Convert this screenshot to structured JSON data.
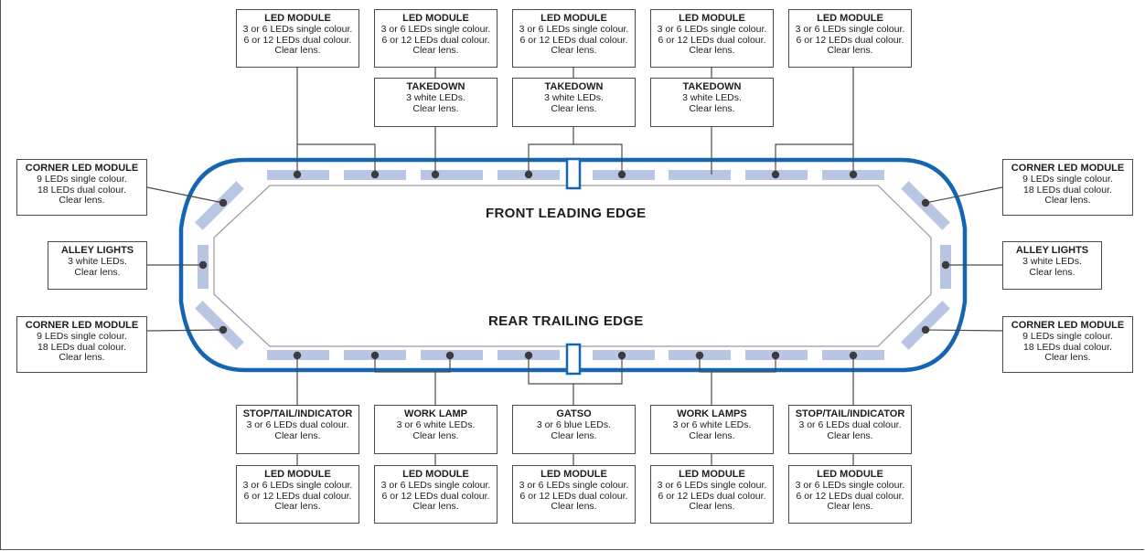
{
  "colors": {
    "outline": "#1565b0",
    "segment": "#b8c6e3",
    "inner_outline": "#9a9a9a",
    "connector": "#4a4a4a",
    "dot": "#3c3c3c"
  },
  "labels": {
    "front": "FRONT LEADING EDGE",
    "rear": "REAR TRAILING EDGE"
  },
  "top_modules": [
    {
      "title": "LED MODULE",
      "lines": [
        "3 or 6 LEDs single colour.",
        "6 or 12 LEDs dual colour.",
        "Clear lens."
      ]
    },
    {
      "title": "LED MODULE",
      "lines": [
        "3 or 6 LEDs single colour.",
        "6 or 12 LEDs dual colour.",
        "Clear lens."
      ]
    },
    {
      "title": "LED MODULE",
      "lines": [
        "3 or 6 LEDs single colour.",
        "6 or 12 LEDs dual colour.",
        "Clear lens."
      ]
    },
    {
      "title": "LED MODULE",
      "lines": [
        "3 or 6 LEDs single colour.",
        "6 or 12 LEDs dual colour.",
        "Clear lens."
      ]
    },
    {
      "title": "LED MODULE",
      "lines": [
        "3 or 6 LEDs single colour.",
        "6 or 12 LEDs dual colour.",
        "Clear lens."
      ]
    }
  ],
  "takedowns": [
    {
      "title": "TAKEDOWN",
      "lines": [
        "3 white LEDs.",
        "Clear lens."
      ]
    },
    {
      "title": "TAKEDOWN",
      "lines": [
        "3 white LEDs.",
        "Clear lens."
      ]
    },
    {
      "title": "TAKEDOWN",
      "lines": [
        "3 white LEDs.",
        "Clear lens."
      ]
    }
  ],
  "side_modules": {
    "left_corner_front": {
      "title": "CORNER LED MODULE",
      "lines": [
        "9 LEDs single colour.",
        "18 LEDs dual colour.",
        "Clear lens."
      ]
    },
    "left_alley": {
      "title": "ALLEY LIGHTS",
      "lines": [
        "3 white LEDs.",
        "Clear lens."
      ]
    },
    "left_corner_rear": {
      "title": "CORNER LED MODULE",
      "lines": [
        "9 LEDs single colour.",
        "18 LEDs dual colour.",
        "Clear lens."
      ]
    },
    "right_corner_front": {
      "title": "CORNER LED MODULE",
      "lines": [
        "9 LEDs single colour.",
        "18 LEDs dual colour.",
        "Clear lens."
      ]
    },
    "right_alley": {
      "title": "ALLEY LIGHTS",
      "lines": [
        "3 white LEDs.",
        "Clear lens."
      ]
    },
    "right_corner_rear": {
      "title": "CORNER LED MODULE",
      "lines": [
        "9 LEDs single colour.",
        "18 LEDs dual colour.",
        "Clear lens."
      ]
    }
  },
  "bottom_functions": [
    {
      "title": "STOP/TAIL/INDICATOR",
      "lines": [
        "3 or 6 LEDs dual colour.",
        "Clear lens."
      ]
    },
    {
      "title": "WORK LAMP",
      "lines": [
        "3 or 6 white LEDs.",
        "Clear lens."
      ]
    },
    {
      "title": "GATSO",
      "lines": [
        "3 or 6 blue LEDs.",
        "Clear lens."
      ]
    },
    {
      "title": "WORK LAMPS",
      "lines": [
        "3 or 6 white LEDs.",
        "Clear lens."
      ]
    },
    {
      "title": "STOP/TAIL/INDICATOR",
      "lines": [
        "3 or 6 LEDs dual colour.",
        "Clear lens."
      ]
    }
  ],
  "bottom_modules": [
    {
      "title": "LED MODULE",
      "lines": [
        "3 or 6 LEDs single colour.",
        "6 or 12 LEDs dual colour.",
        "Clear lens."
      ]
    },
    {
      "title": "LED MODULE",
      "lines": [
        "3 or 6 LEDs single colour.",
        "6 or 12 LEDs dual colour.",
        "Clear lens."
      ]
    },
    {
      "title": "LED MODULE",
      "lines": [
        "3 or 6 LEDs single colour.",
        "6 or 12 LEDs dual colour.",
        "Clear lens."
      ]
    },
    {
      "title": "LED MODULE",
      "lines": [
        "3 or 6 LEDs single colour.",
        "6 or 12 LEDs dual colour.",
        "Clear lens."
      ]
    },
    {
      "title": "LED MODULE",
      "lines": [
        "3 or 6 LEDs single colour.",
        "6 or 12 LEDs dual colour.",
        "Clear lens."
      ]
    }
  ]
}
